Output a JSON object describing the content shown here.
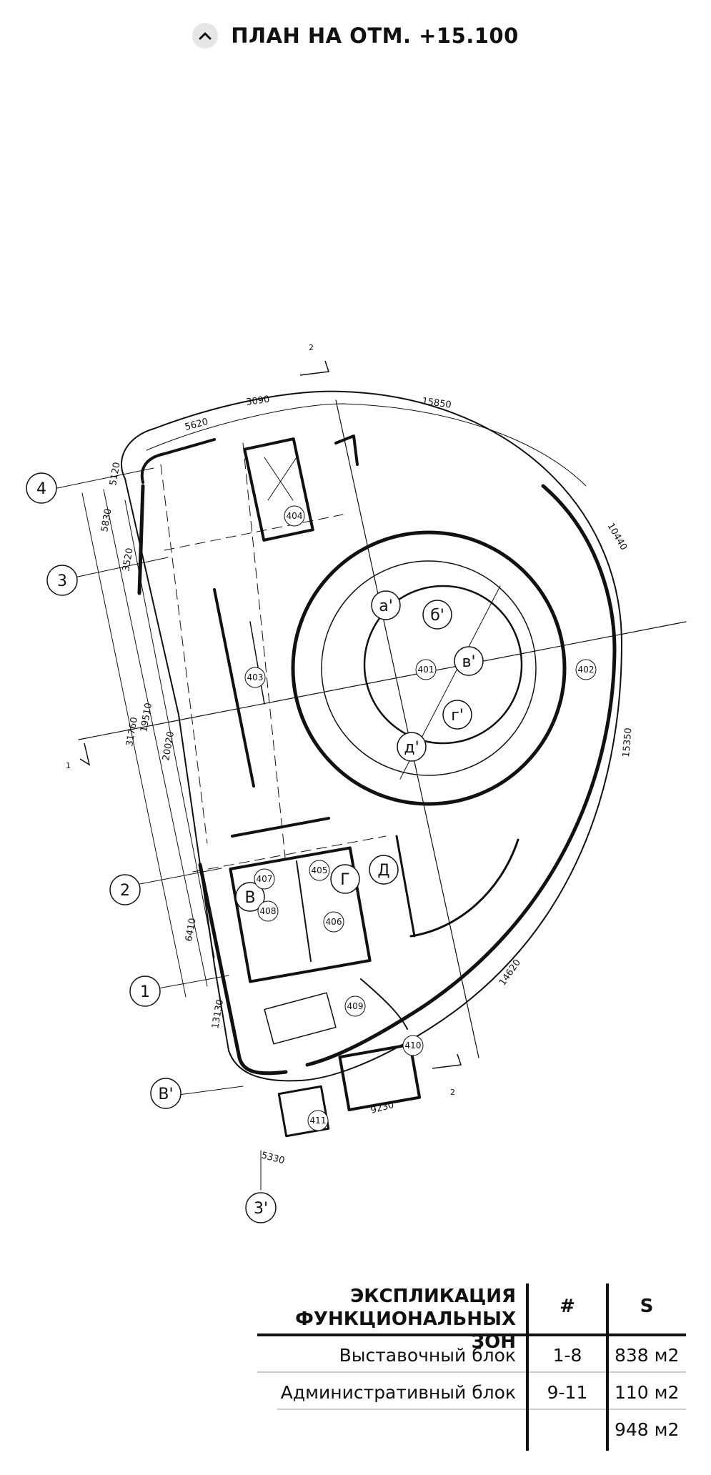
{
  "header": {
    "title": "ПЛАН НА ОТМ. +15.100",
    "collapse_icon": "chevron-up-icon"
  },
  "plan": {
    "axes": [
      "4",
      "3",
      "2",
      "1",
      "В'",
      "3'",
      "а'",
      "б'",
      "в'",
      "г'",
      "д'",
      "В",
      "Г",
      "Д"
    ],
    "section_marks": [
      "2",
      "2",
      "1"
    ],
    "rooms": [
      "401",
      "402",
      "403",
      "404",
      "405",
      "406",
      "407",
      "408",
      "409",
      "410",
      "411"
    ],
    "dimensions": [
      "5620",
      "3090",
      "15850",
      "5120",
      "5830",
      "3520",
      "19510",
      "31760",
      "20020",
      "6410",
      "13130",
      "5330",
      "9230",
      "14620",
      "15350",
      "10440"
    ]
  },
  "explication": {
    "heading_line1": "ЭКСПЛИКАЦИЯ",
    "heading_line2": "ФУНКЦИОНАЛЬНЫХ ЗОН",
    "col_num": "#",
    "col_area": "S",
    "rows": [
      {
        "name": "Выставочный блок",
        "num": "1-8",
        "area": "838 м2"
      },
      {
        "name": "Административный блок",
        "num": "9-11",
        "area": "110 м2"
      }
    ],
    "total": "948 м2"
  }
}
